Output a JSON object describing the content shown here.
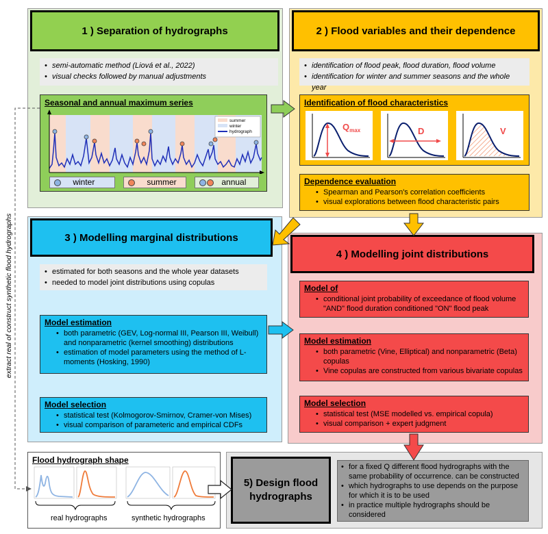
{
  "colors": {
    "green_panel": "#e2efd9",
    "green_title": "#92d050",
    "green_sub": "#8fce5a",
    "orange_panel": "#fde9a9",
    "orange_title": "#ffc000",
    "blue_panel": "#cfeefc",
    "blue_title": "#1ec0f0",
    "red_panel": "#f8cbcb",
    "red_title": "#f44a4a",
    "gray_panel": "#e6e6e6",
    "gray_title": "#9b9b9b",
    "winter_dot": "#8eb4e3",
    "summer_dot": "#f0855a"
  },
  "s1": {
    "title": "1 ) Separation of hydrographs",
    "notes": [
      "semi-automatic method (Liová et al., 2022)",
      "visual checks followed by manual adjustments"
    ],
    "box_title": "Seasonal  and  annual maximum  series",
    "mini_legend": [
      "summer",
      "winter",
      "hydrograph"
    ],
    "legend": {
      "winter": "winter",
      "summer": "summer",
      "annual": "annual"
    }
  },
  "s2": {
    "title": "2 ) Flood variables and their dependence",
    "notes": [
      "identification of flood peak, flood duration, flood volume",
      "identification for winter and summer seasons and the whole year"
    ],
    "box1_title": "Identification  of flood characteristics",
    "qmax": "Q",
    "qmax_sub": "max",
    "d": "D",
    "v": "V",
    "box2_title": "Dependence evaluation",
    "box2_items": [
      "Spearman and Pearson's correlation coefficients",
      "visual explorations between flood characteristic pairs"
    ]
  },
  "s3": {
    "title": "3 ) Modelling marginal distributions",
    "notes": [
      "estimated for both seasons and the whole year datasets",
      "needed to model joint distributions using copulas"
    ],
    "est_title": "Model estimation",
    "est_items": [
      "both parametric (GEV, Log-normal III, Pearson III, Weibull) and nonparametric (kernel smoothing) distributions",
      "estimation of model parameters using the method of L-moments (Hosking, 1990)"
    ],
    "sel_title": "Model selection",
    "sel_items": [
      "statistical test (Kolmogorov-Smirnov, Cramer-von Mises)",
      "visual comparison of parameteric and empirical CDFs"
    ]
  },
  "s4": {
    "title": "4 ) Modelling joint distributions",
    "model_title": "Model of",
    "model_items": [
      "conditional joint probability of exceedance of flood volume \"AND\" flood duration conditioned \"ON\" flood peak"
    ],
    "est_title": "Model estimation",
    "est_items": [
      "both parametric (Vine, Elliptical) and nonparametric (Beta) copulas",
      "Vine copulas are constructed from various bivariate copulas"
    ],
    "sel_title": "Model  selection",
    "sel_items": [
      "statistical test (MSE modelled vs. empirical copula)",
      "visual comparison + expert judgment"
    ]
  },
  "s5": {
    "shape_title": "Flood hydrograph shape",
    "real_label": "real hydrographs",
    "synthetic_label": "synthetic hydrographs",
    "title": "5) Design flood hydrographs",
    "items": [
      "for a fixed Q different flood hydrographs with the same probability of occurrence. can be constructed",
      "which hydrographs to use depends on the purpose for which it is to be used",
      "in practice multiple hydrographs should be considered"
    ]
  },
  "side_label": "extract real of construct synthetic flood hydrographs"
}
